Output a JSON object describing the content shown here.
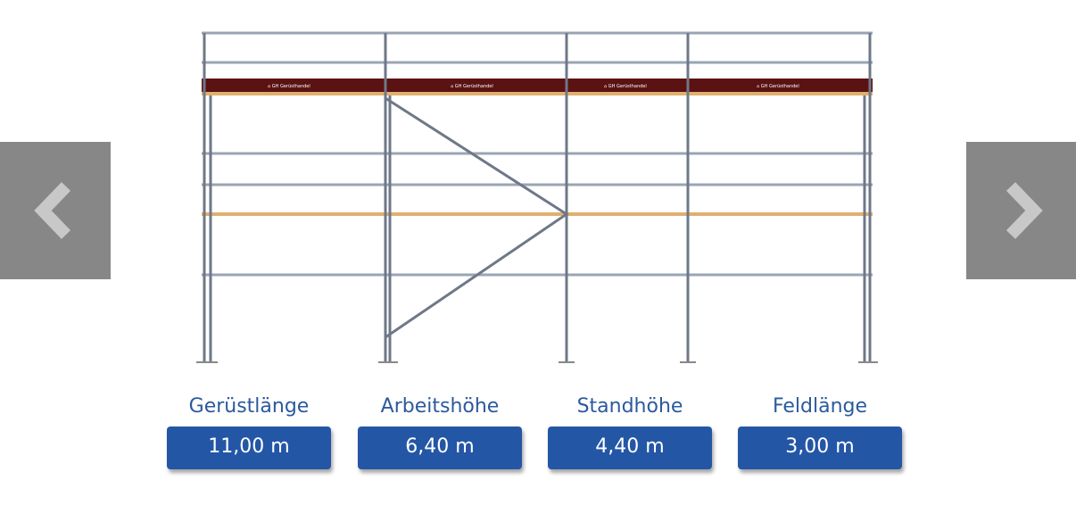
{
  "navigation": {
    "prev_icon": "chevron-left-icon",
    "next_icon": "chevron-right-icon"
  },
  "scaffold": {
    "brand_logo_text": "GH Gerüsthandel"
  },
  "stats": [
    {
      "label": "Gerüstlänge",
      "value": "11,00 m"
    },
    {
      "label": "Arbeitshöhe",
      "value": "6,40 m"
    },
    {
      "label": "Standhöhe",
      "value": "4,40 m"
    },
    {
      "label": "Feldlänge",
      "value": "3,00 m"
    }
  ],
  "colors": {
    "button": "#2456a6",
    "label": "#2c5a9c",
    "toe_board": "#5a1212",
    "plank": "#e0b070"
  }
}
